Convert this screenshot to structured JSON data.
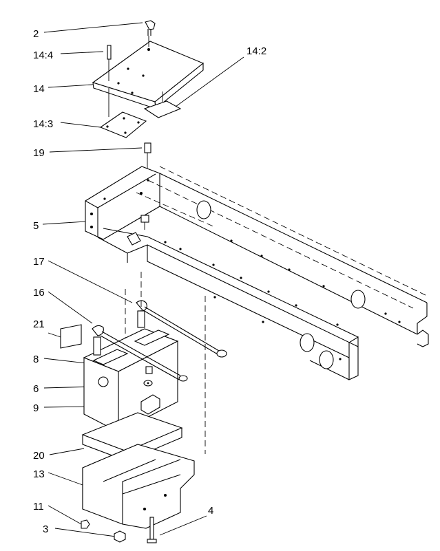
{
  "callouts": [
    {
      "id": "c2",
      "label": "2"
    },
    {
      "id": "c14_4",
      "label": "14:4"
    },
    {
      "id": "c14_2",
      "label": "14:2"
    },
    {
      "id": "c14",
      "label": "14"
    },
    {
      "id": "c14_3",
      "label": "14:3"
    },
    {
      "id": "c19",
      "label": "19"
    },
    {
      "id": "c5",
      "label": "5"
    },
    {
      "id": "c17",
      "label": "17"
    },
    {
      "id": "c16",
      "label": "16"
    },
    {
      "id": "c21",
      "label": "21"
    },
    {
      "id": "c8",
      "label": "8"
    },
    {
      "id": "c6",
      "label": "6"
    },
    {
      "id": "c9",
      "label": "9"
    },
    {
      "id": "c20",
      "label": "20"
    },
    {
      "id": "c13",
      "label": "13"
    },
    {
      "id": "c11",
      "label": "11"
    },
    {
      "id": "c4",
      "label": "4"
    },
    {
      "id": "c3",
      "label": "3"
    }
  ],
  "colors": {
    "line": "#000000",
    "background": "#ffffff"
  }
}
